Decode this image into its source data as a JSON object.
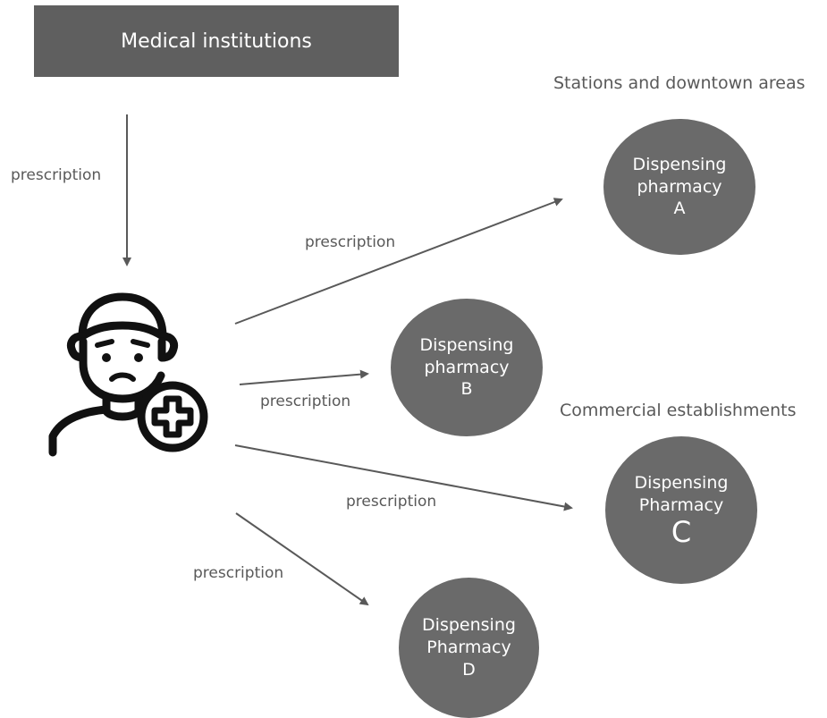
{
  "institution": {
    "label": "Medical institutions"
  },
  "areas": {
    "stations": "Stations and downtown areas",
    "commercial": "Commercial establishments"
  },
  "arrow_label": "prescription",
  "arrows": [
    {
      "name": "institution-to-patient",
      "label": "prescription"
    },
    {
      "name": "patient-to-pharmacy-a",
      "label": "prescription"
    },
    {
      "name": "patient-to-pharmacy-b",
      "label": "prescription"
    },
    {
      "name": "patient-to-pharmacy-c",
      "label": "prescription"
    },
    {
      "name": "patient-to-pharmacy-d",
      "label": "prescription"
    }
  ],
  "pharmacies": {
    "a": {
      "line1": "Dispensing",
      "line2": "pharmacy",
      "letter": "A"
    },
    "b": {
      "line1": "Dispensing",
      "line2": "pharmacy",
      "letter": "B"
    },
    "c": {
      "line1": "Dispensing",
      "line2": "Pharmacy",
      "letter": "C"
    },
    "d": {
      "line1": "Dispensing",
      "line2": "Pharmacy",
      "letter": "D"
    }
  },
  "patient": {
    "icon": "sick-patient-with-medical-cross-icon"
  },
  "colors": {
    "box": "#5f5f5f",
    "circle": "#6a6a6a",
    "arrow": "#595959",
    "icon": "#111111"
  }
}
